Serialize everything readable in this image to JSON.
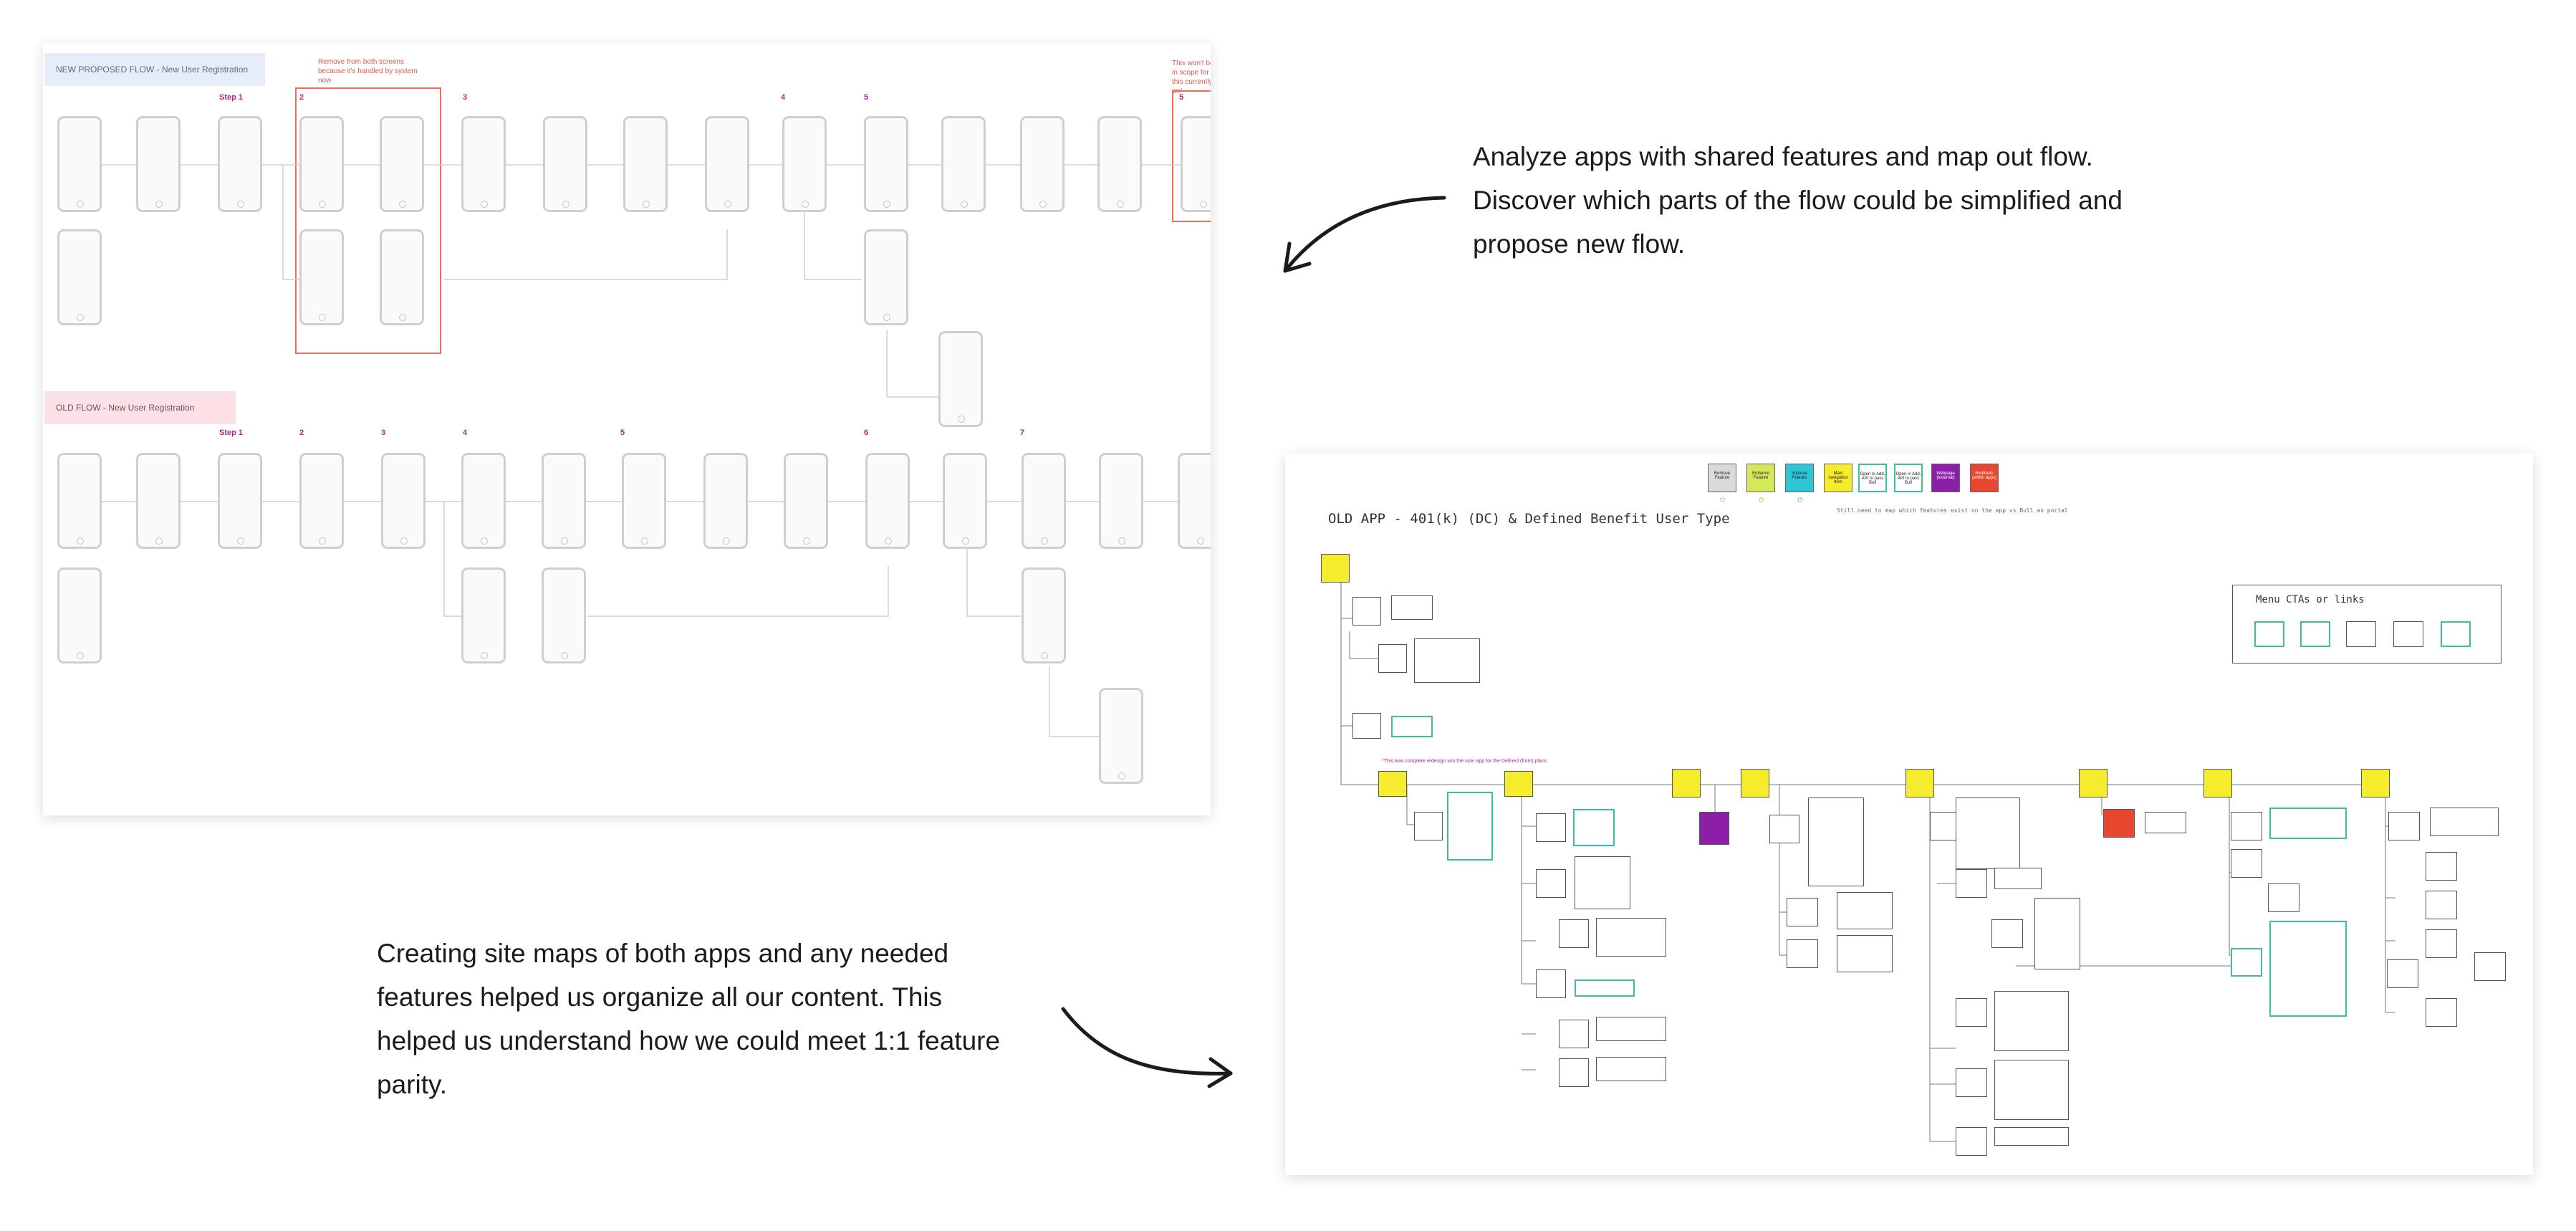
{
  "flow": {
    "new_title": "NEW PROPOSED FLOW - New User Registration",
    "old_title": "OLD FLOW - New User Registration",
    "remove_note": "Remove from both screens because it's handled by system now",
    "right_note": "This won't be in scope for this currently we'",
    "new_steps": [
      "Step 1",
      "2",
      "3",
      "4",
      "5",
      "5"
    ],
    "old_steps": [
      "Step 1",
      "2",
      "3",
      "4",
      "5",
      "6",
      "7"
    ]
  },
  "notes": {
    "right": "Analyze apps with shared features and map out flow. Discover which parts of the flow could be simplified and propose new flow.",
    "left": "Creating site maps of both apps and any needed features helped us organize all our content. This helped us understand how we could meet 1:1 feature parity."
  },
  "sitemap": {
    "title": "OLD APP - 401(k) (DC) & Defined Benefit User Type",
    "subnote": "Still need to map which features exist on the app vs Bull as portal",
    "magenta_note": "*This was complete redesign w/o the user app for the Defined (from) plans",
    "menu_title": "Menu CTAs or links",
    "legend": [
      {
        "label": "Remove Feature",
        "color": "#d9d9d9"
      },
      {
        "label": "Enhance Feature",
        "color": "#d4e85a"
      },
      {
        "label": "Improve Feature",
        "color": "#2ec6d6"
      },
      {
        "label": "Main navigation Item",
        "color": "#f4ec2c"
      },
      {
        "label": "Open in Add, API to pass Bull",
        "color": "#ffffff"
      },
      {
        "label": "Open in Add, API to pass Bull",
        "color": "#ffffff"
      },
      {
        "label": "Webpage (external)",
        "color": "#8d1ea8"
      },
      {
        "label": "Redirects (within apps)",
        "color": "#e8472f"
      }
    ]
  }
}
